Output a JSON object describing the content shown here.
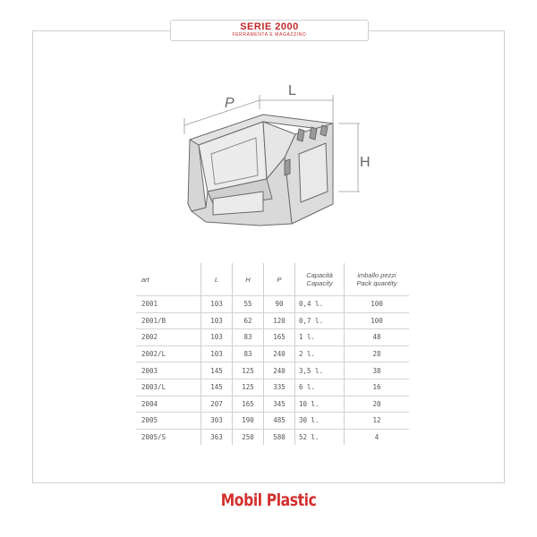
{
  "header": {
    "series_title": "SERIE 2000",
    "series_subtitle": "FERRAMENTA E MAGAZZINO"
  },
  "dimensions": {
    "depth": "P",
    "length": "L",
    "height": "H"
  },
  "table": {
    "headers": {
      "art": "art",
      "l": "L",
      "h": "H",
      "p": "P",
      "capacity_line1": "Capacità",
      "capacity_line2": "Capacity",
      "pack_line1": "imballo pezzi",
      "pack_line2": "Pack quantity"
    },
    "rows": [
      {
        "art": "2001",
        "l": "103",
        "h": "55",
        "p": "90",
        "cap": "0,4  l.",
        "pack": "100"
      },
      {
        "art": "2001/B",
        "l": "103",
        "h": "62",
        "p": "120",
        "cap": "0,7  l.",
        "pack": "100"
      },
      {
        "art": "2002",
        "l": "103",
        "h": "83",
        "p": "165",
        "cap": "1  l.",
        "pack": "48"
      },
      {
        "art": "2002/L",
        "l": "103",
        "h": "83",
        "p": "240",
        "cap": "2  l.",
        "pack": "28"
      },
      {
        "art": "2003",
        "l": "145",
        "h": "125",
        "p": "240",
        "cap": "3,5  l.",
        "pack": "38"
      },
      {
        "art": "2003/L",
        "l": "145",
        "h": "125",
        "p": "335",
        "cap": "6  l.",
        "pack": "16"
      },
      {
        "art": "2004",
        "l": "207",
        "h": "165",
        "p": "345",
        "cap": "10     l.",
        "pack": "20"
      },
      {
        "art": "2005",
        "l": "303",
        "h": "190",
        "p": "485",
        "cap": "30     l.",
        "pack": "12"
      },
      {
        "art": "2005/S",
        "l": "363",
        "h": "250",
        "p": "580",
        "cap": "52     l.",
        "pack": "4"
      }
    ]
  },
  "brand": {
    "logo_text": "Mobil Plastic",
    "color": "#d32f2f"
  },
  "colors": {
    "accent": "#c62828",
    "line": "#cfcfcf",
    "text": "#555555"
  }
}
